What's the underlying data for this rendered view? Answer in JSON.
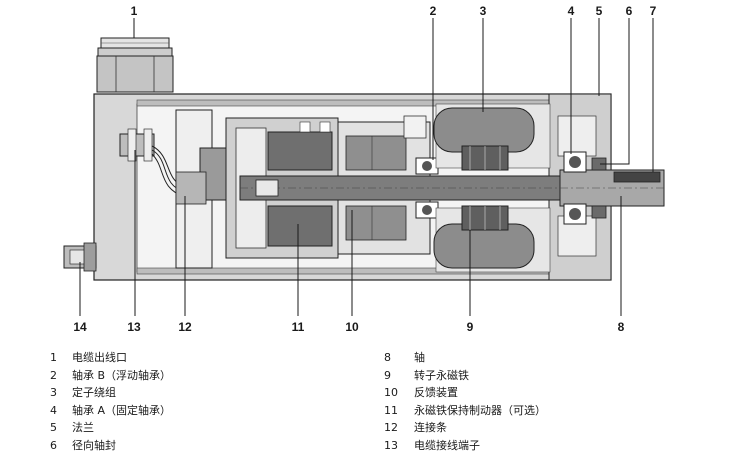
{
  "callouts": [
    {
      "num": "1"
    },
    {
      "num": "2"
    },
    {
      "num": "3"
    },
    {
      "num": "4"
    },
    {
      "num": "5"
    },
    {
      "num": "6"
    },
    {
      "num": "7"
    },
    {
      "num": "8"
    },
    {
      "num": "9"
    },
    {
      "num": "10"
    },
    {
      "num": "11"
    },
    {
      "num": "12"
    },
    {
      "num": "13"
    },
    {
      "num": "14"
    }
  ],
  "legend_left": [
    {
      "num": "1",
      "text": "电缆出线口"
    },
    {
      "num": "2",
      "text": "轴承 B（浮动轴承）"
    },
    {
      "num": "3",
      "text": "定子绕组"
    },
    {
      "num": "4",
      "text": "轴承 A（固定轴承）"
    },
    {
      "num": "5",
      "text": "法兰"
    },
    {
      "num": "6",
      "text": "径向轴封"
    }
  ],
  "legend_right": [
    {
      "num": "8",
      "text": "轴"
    },
    {
      "num": "9",
      "text": "转子永磁铁"
    },
    {
      "num": "10",
      "text": "反馈装置"
    },
    {
      "num": "11",
      "text": "永磁铁保持制动器（可选）"
    },
    {
      "num": "12",
      "text": "连接条"
    },
    {
      "num": "13",
      "text": "电缆接线端子"
    }
  ],
  "colors": {
    "housing": "#d4d4d4",
    "dark": "#6f6f6f",
    "mid": "#9a9a9a",
    "light": "#e8e8e8",
    "outline": "#222222"
  }
}
